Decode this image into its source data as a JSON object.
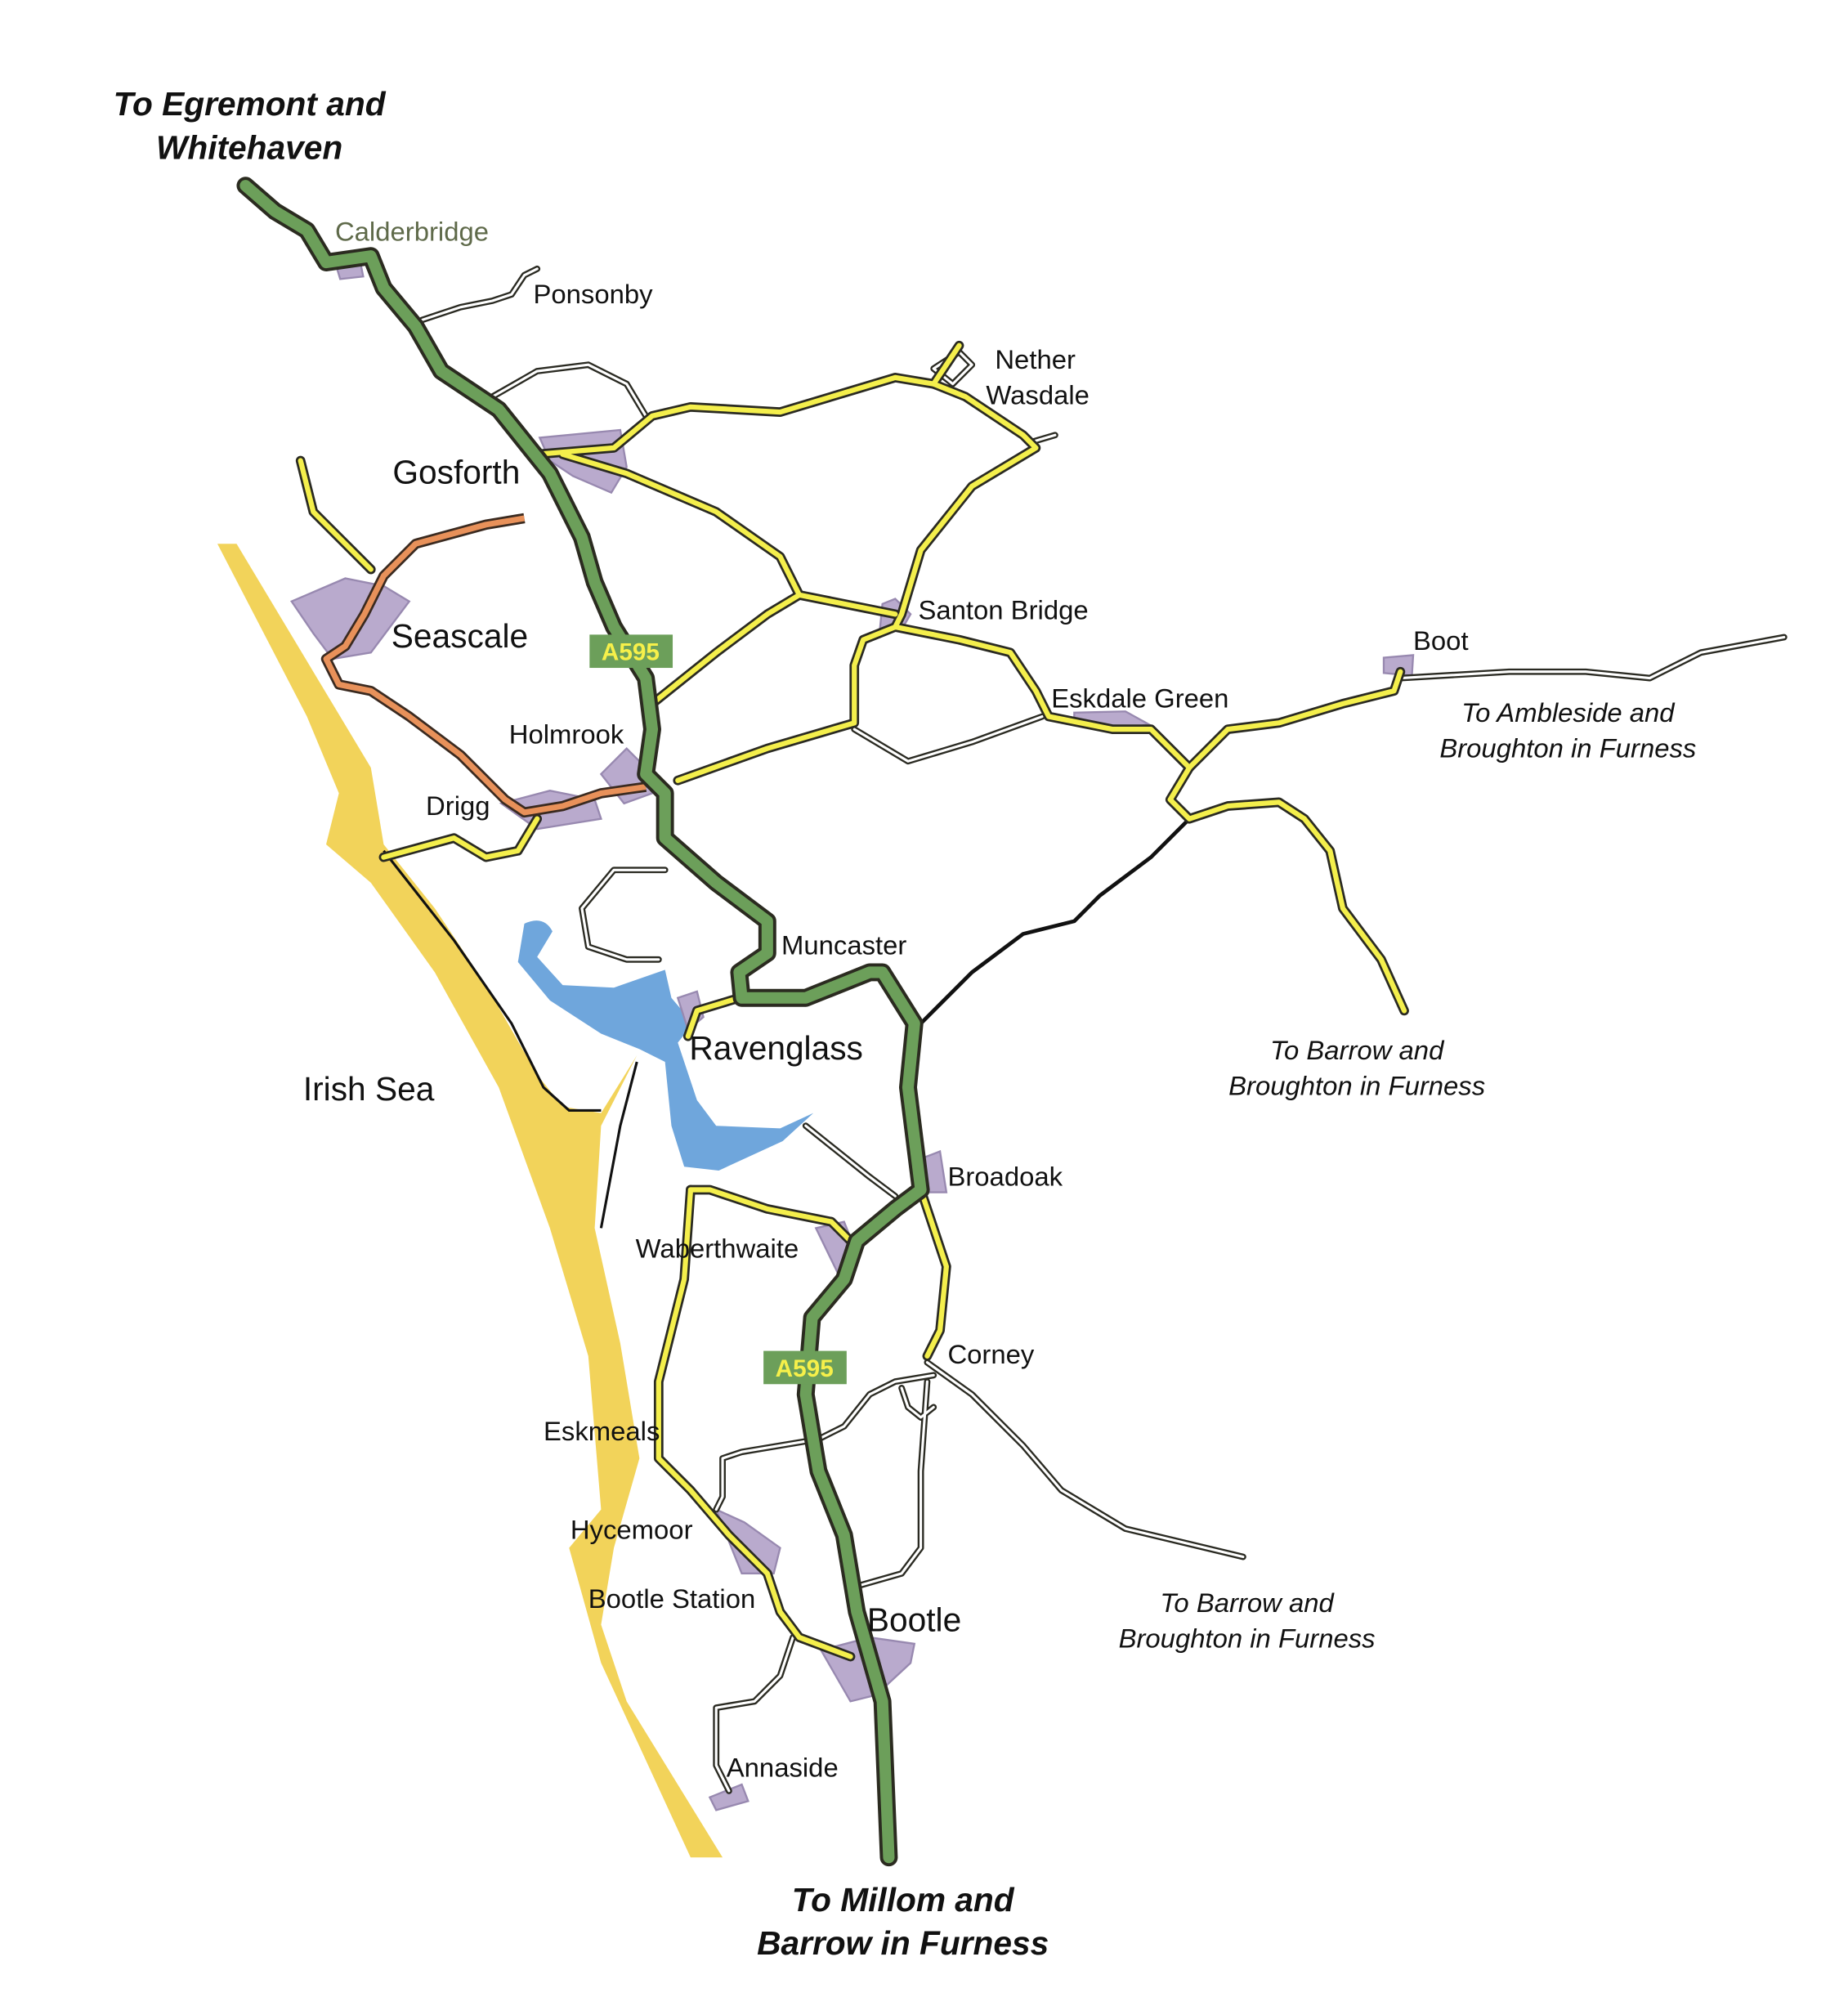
{
  "colors": {
    "a_road": "#6c9f5a",
    "minor_road": "#f4ef4c",
    "orange_road": "#e8915a",
    "settlement": "#b9aacd",
    "water": "#6fa6dc",
    "sand": "#f2d35a"
  },
  "directions": {
    "egremont": [
      "To Egremont and",
      "Whitehaven"
    ],
    "millom": [
      "To Millom and",
      "Barrow in Furness"
    ],
    "ambleside": [
      "To Ambleside and",
      "Broughton in Furness"
    ],
    "barrow_east": [
      "To Barrow and",
      "Broughton in Furness"
    ],
    "barrow_south": [
      "To Barrow and",
      "Broughton in Furness"
    ]
  },
  "road_labels": [
    "A595",
    "A595"
  ],
  "places": {
    "calderbridge": "Calderbridge",
    "ponsonby": "Ponsonby",
    "nether_wasdale": [
      "Nether",
      "Wasdale"
    ],
    "gosforth": "Gosforth",
    "seascale": "Seascale",
    "santon_bridge": "Santon Bridge",
    "boot": "Boot",
    "eskdale_green": "Eskdale Green",
    "holmrook": "Holmrook",
    "drigg": "Drigg",
    "muncaster": "Muncaster",
    "ravenglass": "Ravenglass",
    "irish_sea": "Irish Sea",
    "broadoak": "Broadoak",
    "waberthwaite": "Waberthwaite",
    "corney": "Corney",
    "eskmeals": "Eskmeals",
    "hycemoor": "Hycemoor",
    "bootle_station": "Bootle Station",
    "bootle": "Bootle",
    "annaside": "Annaside"
  }
}
